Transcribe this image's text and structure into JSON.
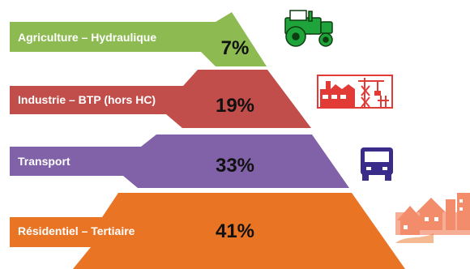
{
  "layers": [
    {
      "label": "Agriculture – Hydraulique",
      "percent": "7%",
      "color": "#8dbb52",
      "icon": "tractor-icon"
    },
    {
      "label": "Industrie – BTP (hors HC)",
      "percent": "19%",
      "color": "#c14e4a",
      "icon": "factory-icon"
    },
    {
      "label": "Transport",
      "percent": "33%",
      "color": "#8161a8",
      "icon": "bus-icon"
    },
    {
      "label": "Résidentiel  – Tertiaire",
      "percent": "41%",
      "color": "#e97424",
      "icon": "houses-icon"
    }
  ]
}
